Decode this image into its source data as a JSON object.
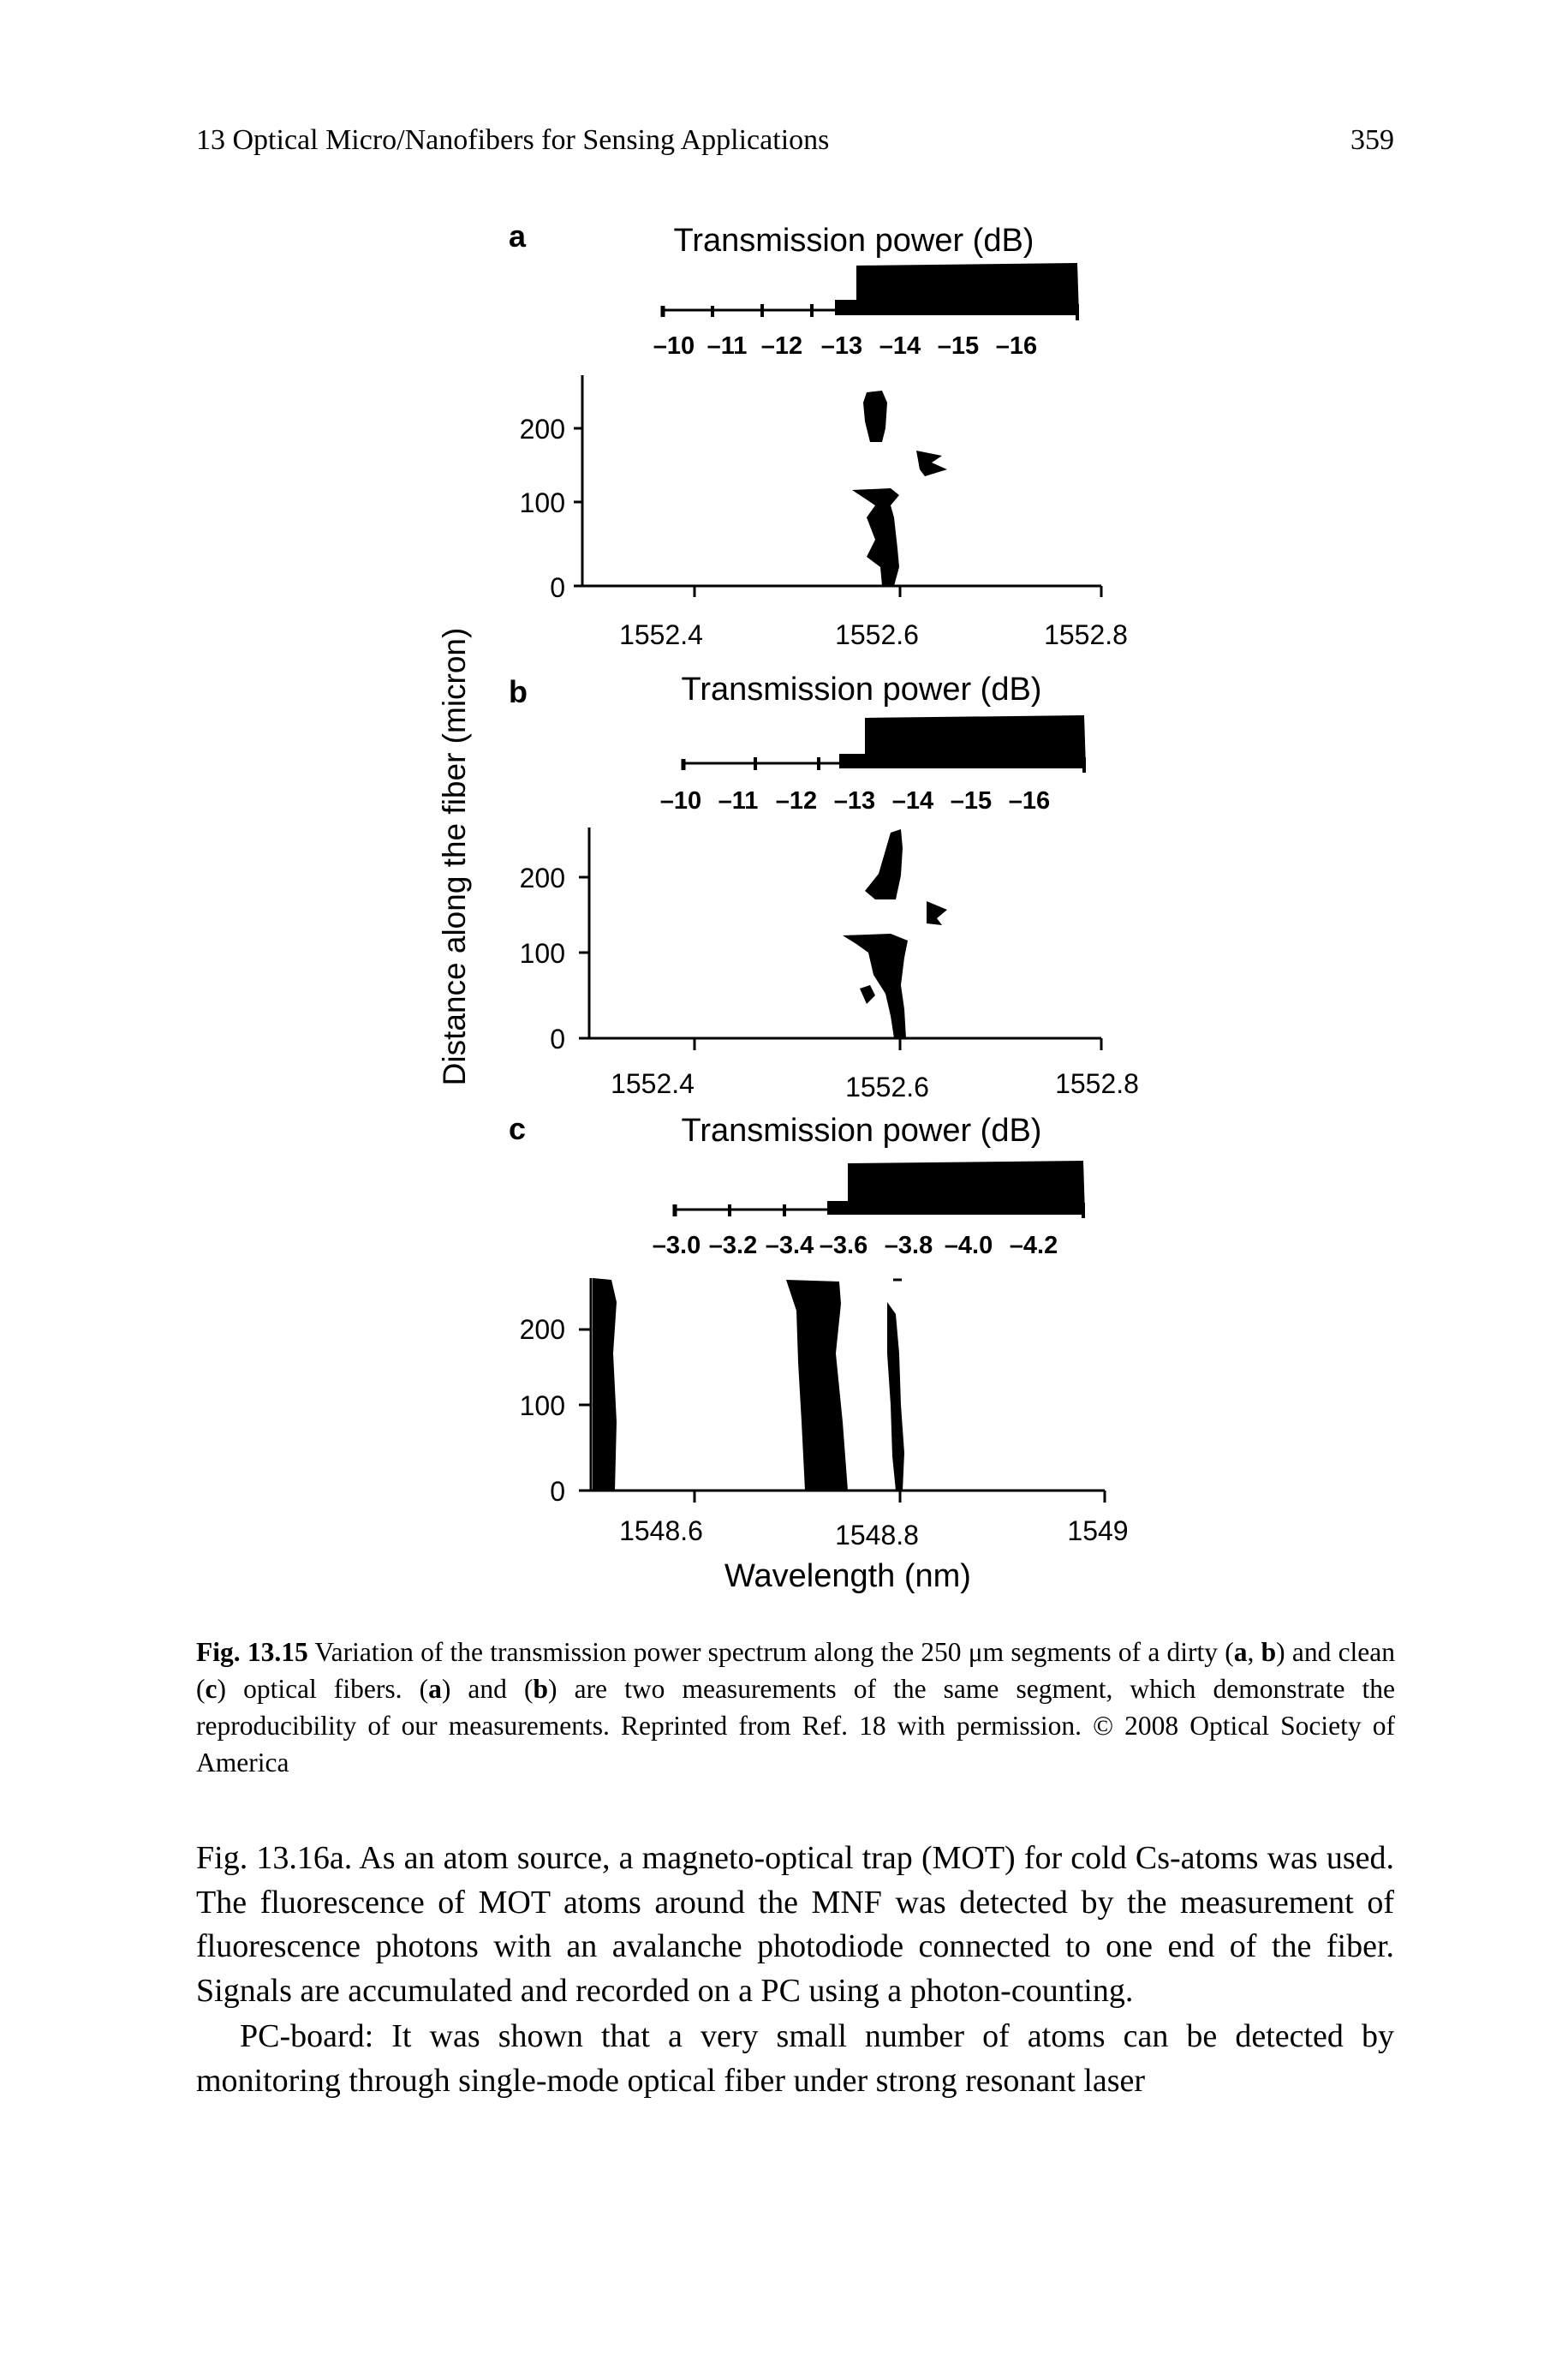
{
  "header": {
    "running_head": "13 Optical Micro/Nanofibers for Sensing Applications",
    "page_number": "359"
  },
  "figure": {
    "shared_ylabel": "Distance along the fiber (micron)",
    "shared_xlabel": "Wavelength (nm)",
    "panels": [
      {
        "letter": "a",
        "colorbar_title": "Transmission power (dB)",
        "colorbar_ticks": [
          "–10",
          "–11",
          "–12",
          "–13",
          "–14",
          "–15",
          "–16"
        ],
        "y_ticks": [
          "200",
          "100",
          "0"
        ],
        "x_ticks": [
          "1552.4",
          "1552.6",
          "1552.8"
        ]
      },
      {
        "letter": "b",
        "colorbar_title": "Transmission power (dB)",
        "colorbar_ticks": [
          "–10",
          "–11",
          "–12",
          "–13",
          "–14",
          "–15",
          "–16"
        ],
        "y_ticks": [
          "200",
          "100",
          "0"
        ],
        "x_ticks": [
          "1552.4",
          "1552.6",
          "1552.8"
        ]
      },
      {
        "letter": "c",
        "colorbar_title": "Transmission power (dB)",
        "colorbar_ticks": [
          "–3.0",
          "–3.2",
          "–3.4",
          "–3.6",
          "–3.8",
          "–4.0",
          "–4.2"
        ],
        "y_ticks": [
          "200",
          "100",
          "0"
        ],
        "x_ticks": [
          "1548.6",
          "1548.8",
          "1549"
        ]
      }
    ]
  },
  "caption": {
    "label": "Fig. 13.15",
    "pre": " Variation of the transmission power spectrum along the 250 μm segments of a dirty (",
    "a1": "a",
    "c1": ", ",
    "b1": "b",
    "c2": ") and clean (",
    "c_letter": "c",
    "c3": ") optical fibers. (",
    "a2": "a",
    "c4": ") and (",
    "b2": "b",
    "post": ") are two measurements of the same segment, which demonstrate the reproducibility of our measurements. Reprinted from Ref. 18 with permission. © 2008 Optical Society of America"
  },
  "body": {
    "paragraph1": "Fig. 13.16a. As an atom source, a magneto-optical trap (MOT) for cold Cs-atoms was used. The fluorescence of MOT atoms around the MNF was detected by the measurement of fluorescence photons with an avalanche photodiode connected to one end of the fiber. Signals are accumulated and recorded on a PC using a photon-counting.",
    "paragraph2": "PC-board: It was shown that a very small number of atoms can be detected by monitoring through single-mode optical fiber under strong resonant laser"
  }
}
